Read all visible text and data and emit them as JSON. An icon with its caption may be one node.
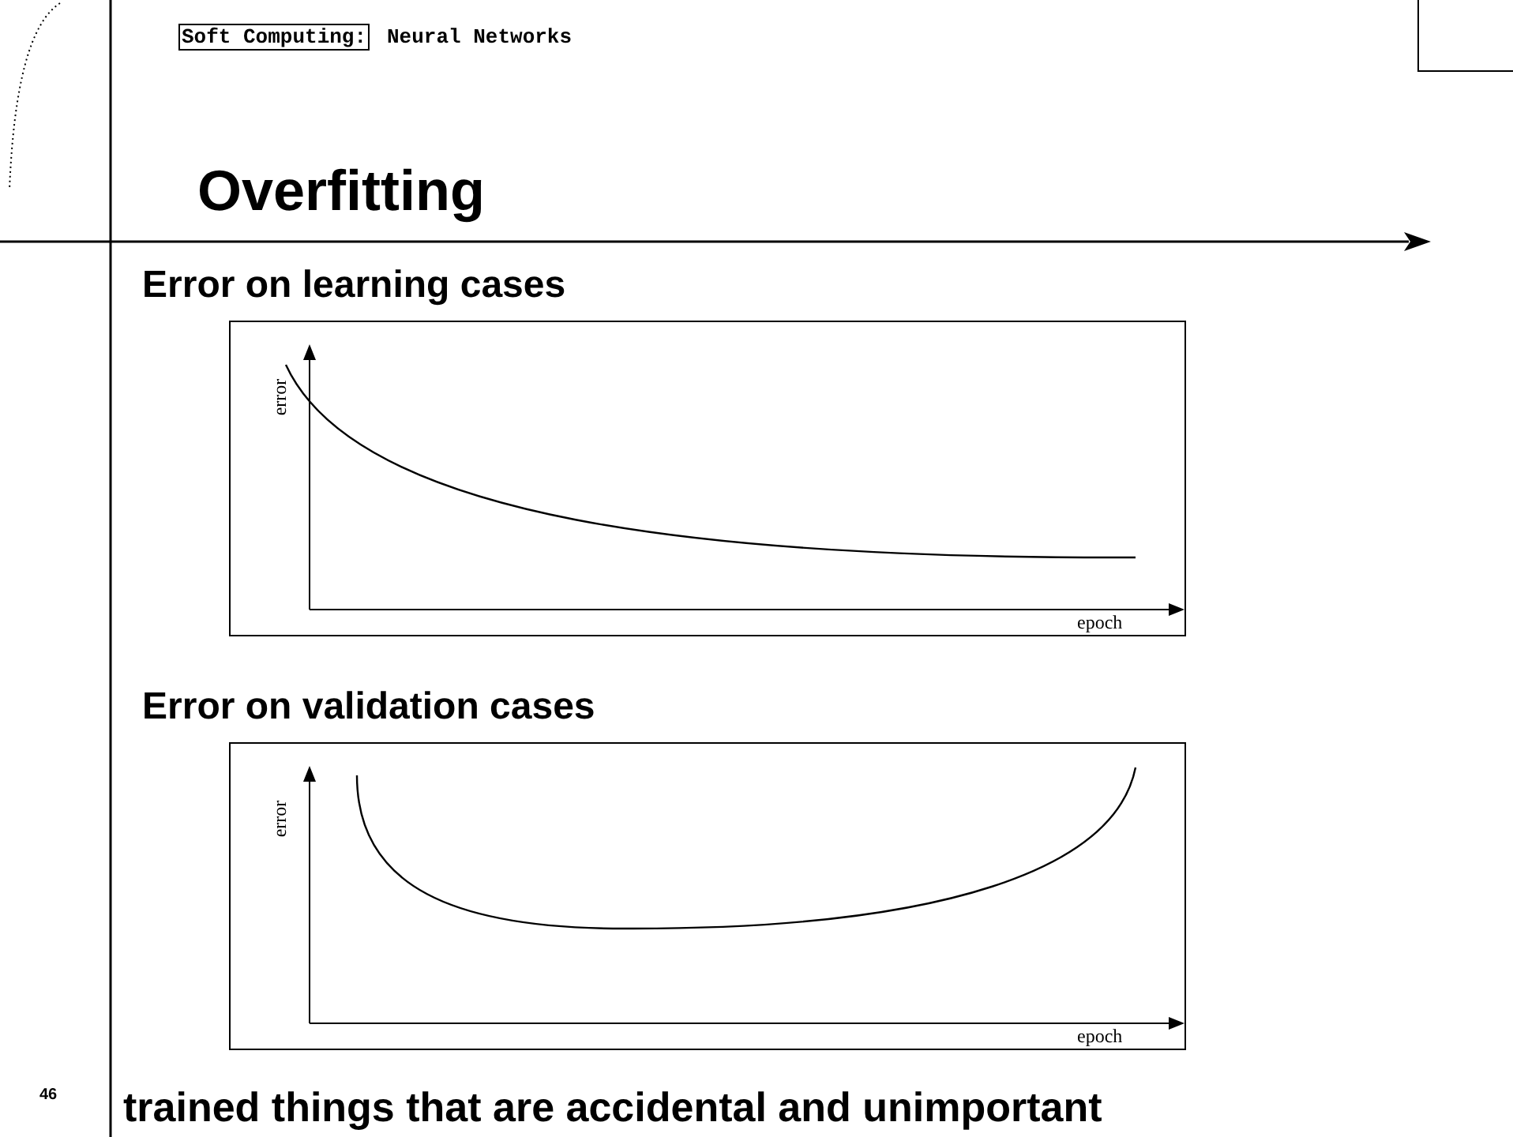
{
  "diagram": {
    "title": "Overfitting",
    "nodes": [
      {
        "text": [
          "Soft Computing:"
        ]
      },
      {
        "text": [
          "Error on learning cases",
          "error",
          "epoch"
        ]
      },
      {
        "text": [
          "Error on validation cases",
          "error",
          "epoch"
        ]
      }
    ],
    "labels": [
      "Neural Networks",
      "trained things that are accidental and unimportant",
      "46"
    ]
  }
}
